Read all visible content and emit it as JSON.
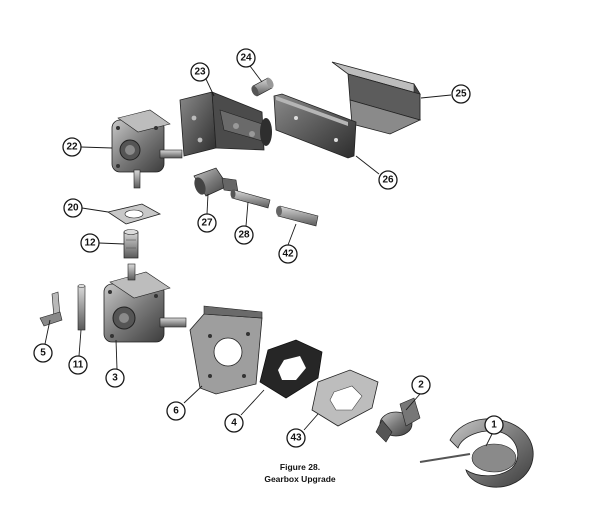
{
  "caption": {
    "figure": "Figure 28.",
    "title": "Gearbox Upgrade"
  },
  "callouts": {
    "c1": "1",
    "c2": "2",
    "c3": "3",
    "c4": "4",
    "c5": "5",
    "c6": "6",
    "c11": "11",
    "c12": "12",
    "c20": "20",
    "c22": "22",
    "c23": "23",
    "c24": "24",
    "c25": "25",
    "c26": "26",
    "c27": "27",
    "c28": "28",
    "c42": "42",
    "c43": "43"
  },
  "colors": {
    "metal_dark": "#3a3a3a",
    "metal_mid": "#6e6e6e",
    "metal_light": "#b9b9b9",
    "line": "#1a1a1a"
  }
}
